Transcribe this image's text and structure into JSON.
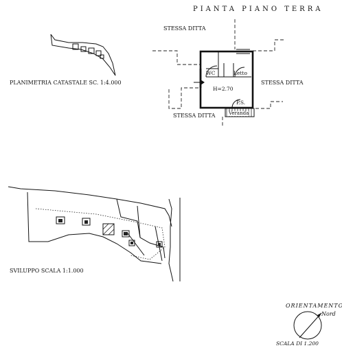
{
  "ground_floor": {
    "title": "PIANTA PIANO TERRA",
    "same_owner_top": "STESSA DITTA",
    "same_owner_right": "STESSA DITTA",
    "same_owner_bottom": "STESSA DITTA",
    "room_wc": "WC",
    "room_bed": "Letto",
    "room_height": "H=2.70",
    "room_ps": "P.S.",
    "veranda": "Veranda"
  },
  "cadastral": {
    "label": "PLANIMETRIA CATASTALE  SC. 1:4.000"
  },
  "development": {
    "label": "SVILUPPO SCALA 1:1.000"
  },
  "orientation": {
    "title": "ORIENTAMENTO",
    "north": "Nord",
    "scale": "SCALA DI 1.200"
  }
}
